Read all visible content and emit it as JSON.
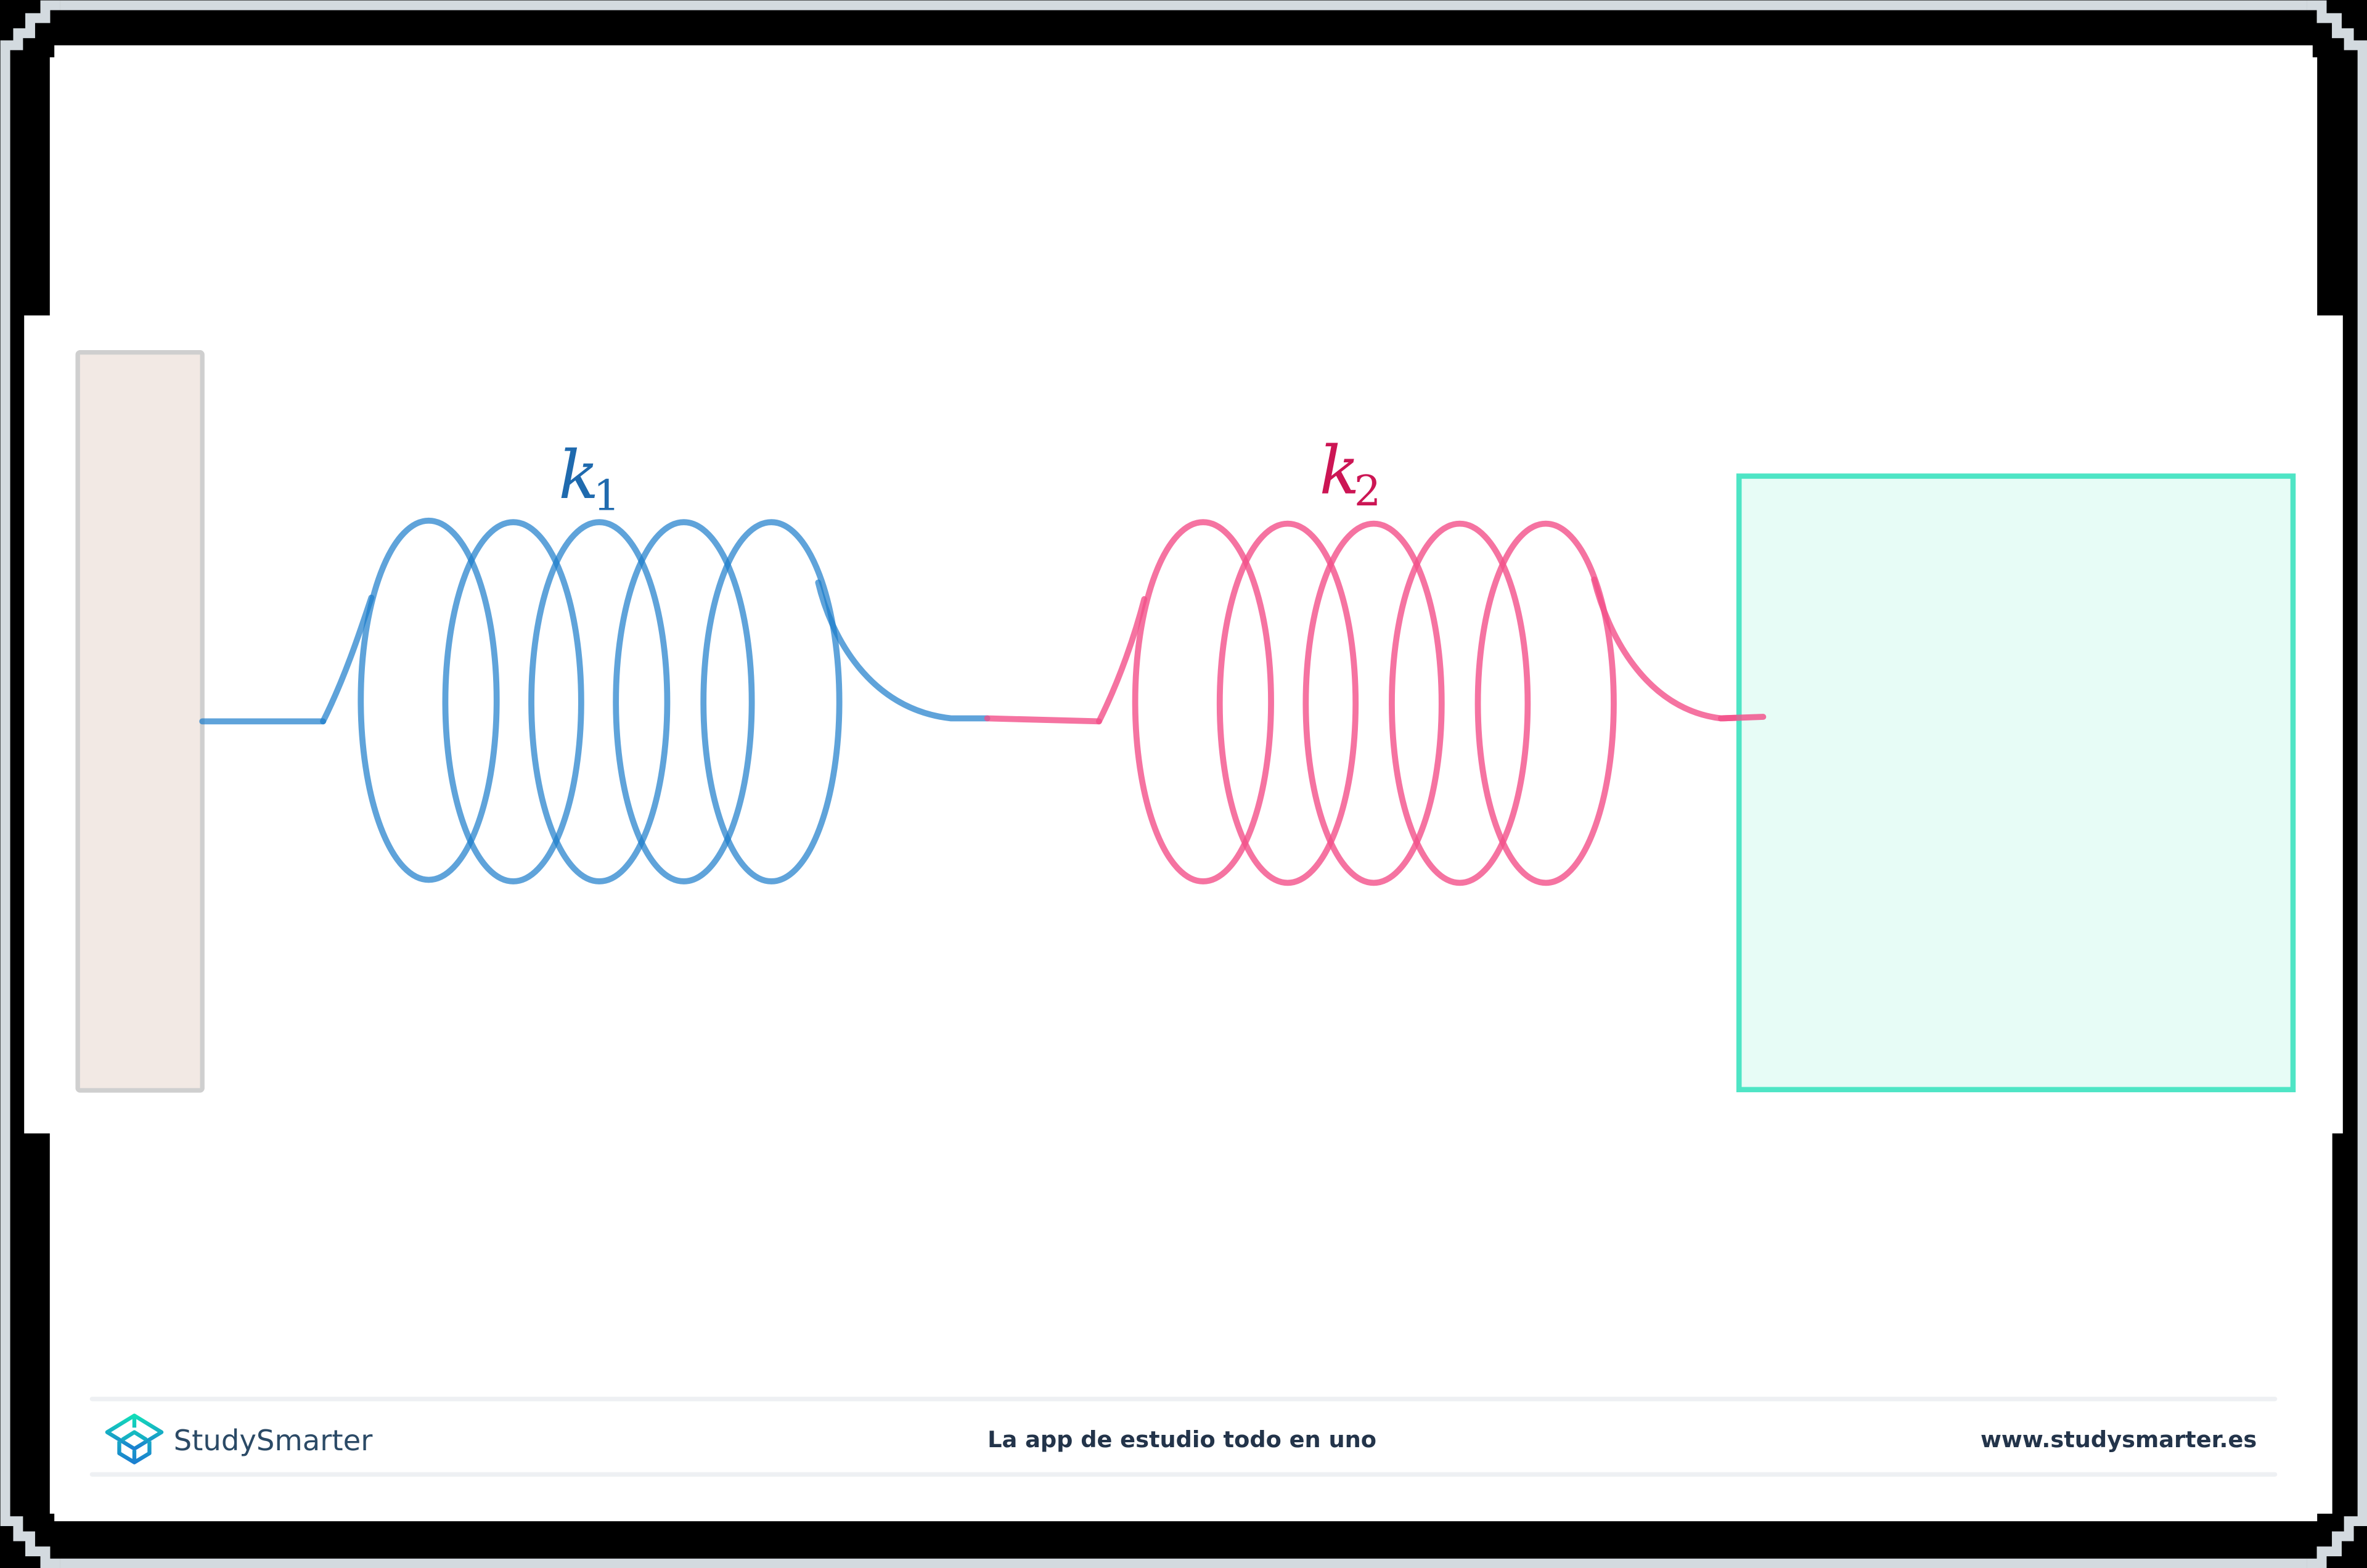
{
  "diagram": {
    "title": "Two springs in series attached to a wall and a block",
    "colors": {
      "background": "#000000",
      "frame": "#D3DADF",
      "card": "#FFFFFF",
      "wall_fill": "#F2E9E4",
      "wall_stroke": "#CFCFCF",
      "spring1": "#1B7CCB",
      "spring1_label": "#1F6AAE",
      "spring2": "#F2508A",
      "spring2_label": "#CC1554",
      "block_fill": "#E3FBF4",
      "block_stroke": "#4EE5C5",
      "footer_text": "#23344A",
      "divider": "#EEF0F3"
    },
    "wall": {
      "label": "wall"
    },
    "springs": [
      {
        "id": "k1",
        "symbol": "k",
        "subscript": "1",
        "coils": 5
      },
      {
        "id": "k2",
        "symbol": "k",
        "subscript": "2",
        "coils": 5
      }
    ],
    "block": {
      "label": "mass block"
    }
  },
  "footer": {
    "brand": "StudySmarter",
    "tagline": "La app de estudio todo en uno",
    "url": "www.studysmarter.es"
  }
}
